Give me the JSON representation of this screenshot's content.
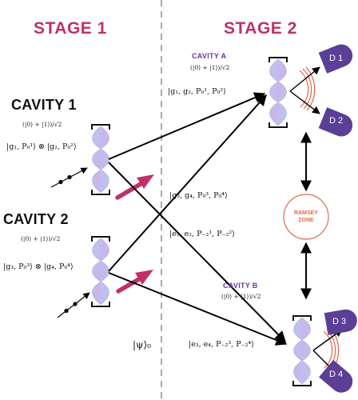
{
  "stage1": "STAGE 1",
  "stage2": "STAGE 2",
  "cavity1": {
    "title": "CAVITY 1",
    "superposition": "(|0⟩ + |1⟩)/√2",
    "state": "|g₁, P₀¹⟩ ⊗ |g₂, P₀²⟩"
  },
  "cavity2": {
    "title": "CAVITY 2",
    "superposition": "(|0⟩ + |1⟩)/√2",
    "state": "|g₃, P₀³⟩ ⊗ |g₄, P₀⁴⟩"
  },
  "cavityA": {
    "title": "CAVITY A",
    "superposition": "(|0⟩ + |1⟩)/√2",
    "state": "|g₁, g₂, P₀¹, P₀²⟩"
  },
  "cavityB": {
    "title": "CAVITY B",
    "superposition": "(|0⟩ + |1⟩)/√2",
    "state": "|e₃, e₄, P₋₂³, P₋₂⁴⟩"
  },
  "mid_state1": "|g₃, g₄, P₀³, P₀⁴⟩",
  "mid_state2": "|e₁, e₂, P₋₂¹, P₋₂²⟩",
  "psi0": "|ψ⟩₀",
  "ramsey": {
    "line1": "RAMSEY",
    "line2": "ZONE"
  },
  "detectors": [
    "D 1",
    "D 2",
    "D 3",
    "D 4"
  ],
  "colors": {
    "stage": "#c0306a",
    "cavity_small": "#5d3aa0",
    "detector": "#5b3f97",
    "arrow": "#c0306a",
    "ramsey": "#e06a4a",
    "photon": "#e0583a"
  }
}
